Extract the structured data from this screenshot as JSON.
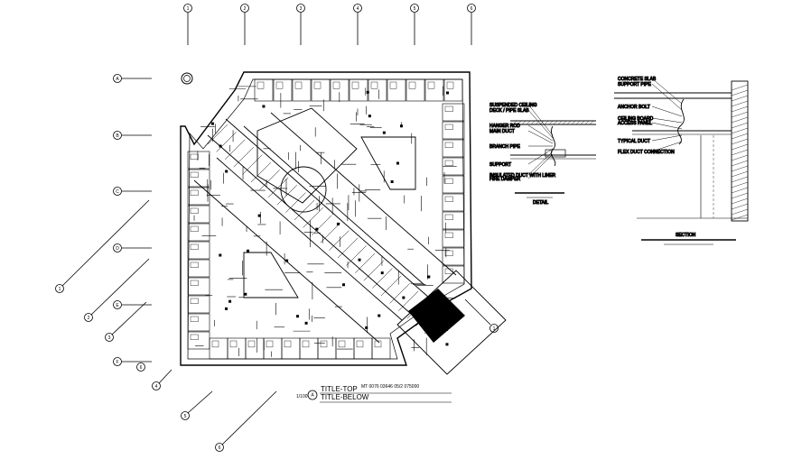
{
  "grid_top": [
    "1",
    "2",
    "3",
    "4",
    "5",
    "6"
  ],
  "grid_left": [
    "A",
    "B",
    "C",
    "D",
    "E",
    "F"
  ],
  "grid_diag": [
    "1",
    "2",
    "3",
    "4",
    "5",
    "6"
  ],
  "plan_title": {
    "line1": "TITLE-TOP",
    "line2": "TITLE-BELOW",
    "note": "MT 0076 03646 05/2 075000",
    "scale": "1/100",
    "ref": "A"
  },
  "detail1": {
    "callouts": [
      "SUSPENDED CEILING",
      "DECK / PIPE SLAB",
      "HANGER ROD",
      "MAIN DUCT",
      "BRANCH PIPE",
      "SUPPORT",
      "INSULATED DUCT WITH LINER",
      "FIRE DAMPER"
    ],
    "caption": "DETAIL"
  },
  "detail2": {
    "callouts": [
      "CONCRETE SLAB",
      "SUPPORT PIPE",
      "ANCHOR BOLT",
      "CEILING BOARD",
      "ACCESS PANEL",
      "TYPICAL DUCT",
      "FLEX DUCT CONNECTION"
    ],
    "caption": "SECTION"
  }
}
